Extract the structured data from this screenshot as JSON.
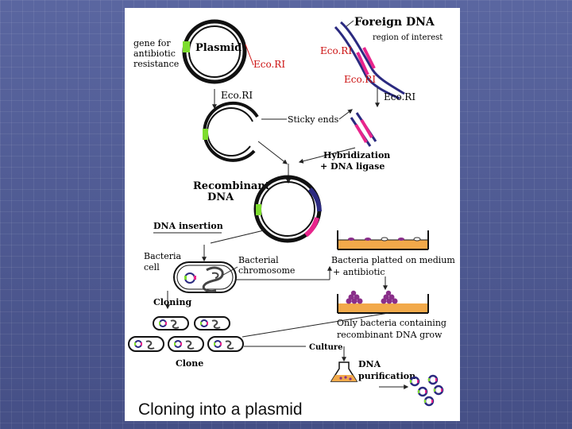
{
  "slide_title": "Cloning into a plasmid",
  "labels": {
    "foreign_dna": "Foreign DNA",
    "region_of_interest": "region of interest",
    "gene_for": "gene for",
    "antibiotic": "antibiotic",
    "resistance": "resistance",
    "plasmid": "Plasmid",
    "ecori": "Eco.RI",
    "ecori_arrow": "Eco.RI",
    "sticky_ends": "Sticky ends",
    "hybridization": "Hybridization",
    "dna_ligase": "+ DNA ligase",
    "recombinant": "Recombinant",
    "dna": "DNA",
    "dna_insertion": "DNA insertion",
    "bacteria": "Bacteria",
    "cell": "cell",
    "bacterial": "Bacterial",
    "chromosome": "chromosome",
    "bacteria_platted": "Bacteria platted on medium",
    "plus_antibiotic": "+ antibiotic",
    "cloning": "Cloning",
    "only_bacteria": "Only bacteria containing",
    "recombinant_dna_grow": "recombinant DNA grow",
    "culture": "Culture",
    "clone": "Clone",
    "dna_purification_1": "DNA",
    "dna_purification_2": "purification"
  },
  "colors": {
    "dna_strand": "#2b2a80",
    "insert": "#e8258c",
    "resistance_gene": "#7ddc2e",
    "ecori_label": "#cc1111",
    "colony": "#8a2f8a",
    "medium": "#f2a94a"
  }
}
